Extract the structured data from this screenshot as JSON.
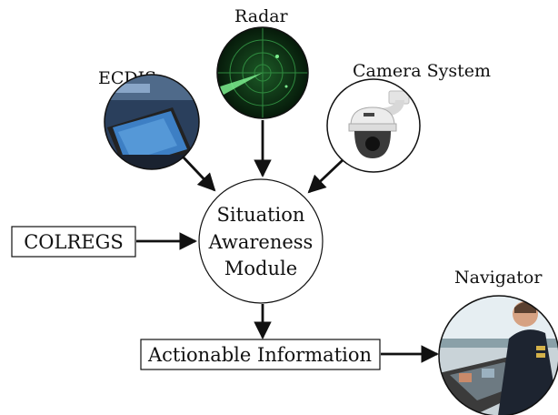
{
  "nodes": {
    "ecdis": {
      "label": "ECDIS",
      "icon": "ecdis-console-icon"
    },
    "radar": {
      "label": "Radar",
      "icon": "radar-scope-icon"
    },
    "camera": {
      "label": "Camera System",
      "icon": "dome-camera-icon"
    },
    "colregs": {
      "label": "COLREGS"
    },
    "module": {
      "lines": [
        "Situation",
        "Awareness",
        "Module"
      ]
    },
    "output": {
      "label": "Actionable Information"
    },
    "navigator": {
      "label": "Navigator",
      "icon": "navigator-photo-icon"
    }
  },
  "colors": {
    "stroke": "#111111",
    "radar_green": "#1f8a3a",
    "radar_dark": "#0b2a12",
    "screen_blue": "#3d7fc4"
  }
}
